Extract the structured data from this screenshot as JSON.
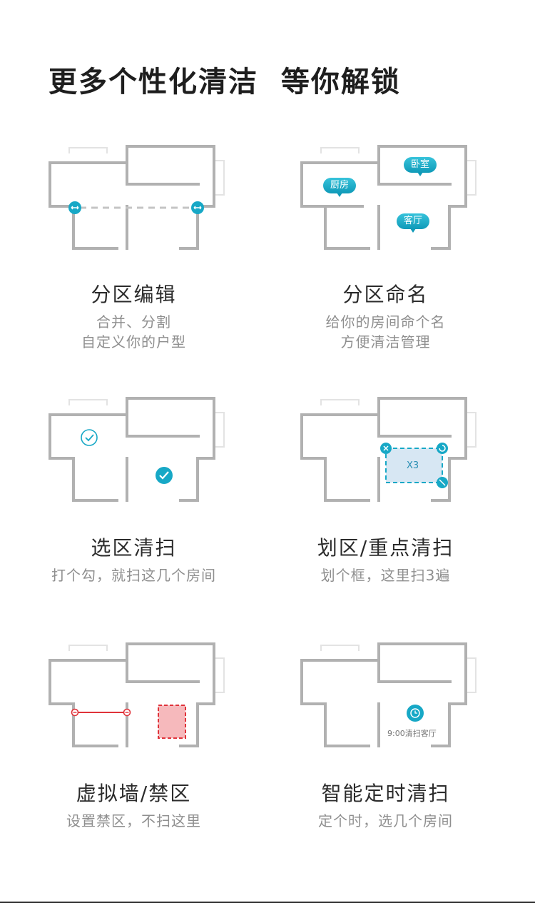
{
  "page": {
    "title": "更多个性化清洁  等你解锁"
  },
  "features": [
    {
      "title": "分区编辑",
      "desc1": "合并、分割",
      "desc2": "自定义你的户型"
    },
    {
      "title": "分区命名",
      "desc1": "给你的房间命个名",
      "desc2": "方便清洁管理",
      "tags": [
        "卧室",
        "厨房",
        "客厅"
      ]
    },
    {
      "title": "选区清扫",
      "desc1": "打个勾，就扫这几个房间",
      "desc2": ""
    },
    {
      "title": "划区/重点清扫",
      "desc1": "划个框，这里扫3遍",
      "desc2": "",
      "zone_label": "X3"
    },
    {
      "title": "虚拟墙/禁区",
      "desc1": "设置禁区，不扫这里",
      "desc2": ""
    },
    {
      "title": "智能定时清扫",
      "desc1": "定个时，选几个房间",
      "desc2": "",
      "timer_label": "9:00清扫客厅"
    }
  ],
  "colors": {
    "wall": "#b1b1b1",
    "accent": "#17a8c6",
    "forbidden": "#e0333a"
  }
}
